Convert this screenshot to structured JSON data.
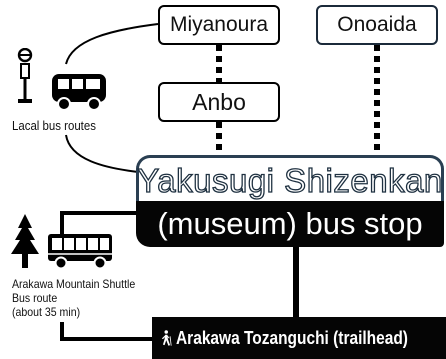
{
  "stops": {
    "miyanoura": "Miyanoura",
    "onoaida": "Onoaida",
    "anbo": "Anbo"
  },
  "hub": {
    "title": "Yakusugi Shizenkan",
    "subtitle": "(museum) bus stop"
  },
  "local_routes_label": "Lacal bus routes",
  "shuttle": {
    "line1": "Arakawa Mountain Shuttle",
    "line2": "Bus route",
    "line3": "(about 35 min)"
  },
  "trailhead": {
    "label": "Arakawa Tozanguchi (trailhead)"
  },
  "icons": [
    "bus-stop-sign-icon",
    "bus-icon",
    "tree-icon",
    "shuttle-bus-icon",
    "hiker-icon"
  ],
  "colors": {
    "ink": "#050505",
    "outline": "#2a3f52",
    "background": "#ffffff"
  }
}
